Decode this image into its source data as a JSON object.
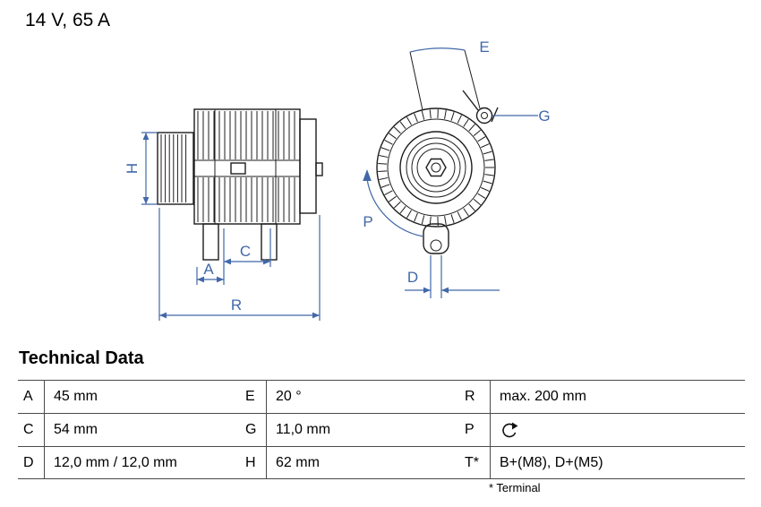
{
  "header": {
    "rating": "14 V, 65 A"
  },
  "drawing": {
    "labels": {
      "H": "H",
      "A": "A",
      "C": "C",
      "R": "R",
      "E": "E",
      "G": "G",
      "P": "P",
      "D": "D"
    }
  },
  "table": {
    "title": "Technical Data",
    "rows": [
      [
        {
          "key": "A",
          "value": "45 mm"
        },
        {
          "key": "E",
          "value": "20 °"
        },
        {
          "key": "R",
          "value": "max. 200 mm"
        }
      ],
      [
        {
          "key": "C",
          "value": "54 mm"
        },
        {
          "key": "G",
          "value": "11,0 mm"
        },
        {
          "key": "P",
          "value": "",
          "icon": "clockwise-rotation-icon"
        }
      ],
      [
        {
          "key": "D",
          "value": "12,0 mm / 12,0 mm"
        },
        {
          "key": "H",
          "value": "62 mm"
        },
        {
          "key": "T*",
          "value": "B+(M8), D+(M5)"
        }
      ]
    ],
    "footnote": "* Terminal"
  },
  "colors": {
    "dimension_blue": "#4168a8",
    "line_black": "#1d1d1d"
  }
}
